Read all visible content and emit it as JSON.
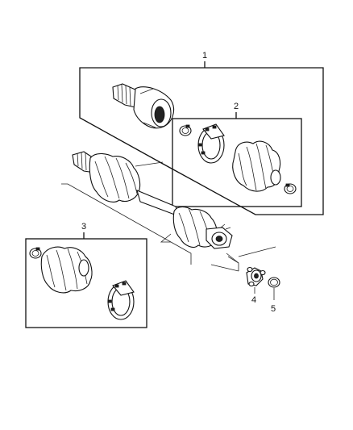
{
  "diagram": {
    "callouts": [
      {
        "id": "callout-1",
        "label": "1"
      },
      {
        "id": "callout-2",
        "label": "2"
      },
      {
        "id": "callout-3",
        "label": "3"
      },
      {
        "id": "callout-4",
        "label": "4"
      },
      {
        "id": "callout-5",
        "label": "5"
      }
    ],
    "parts": [
      {
        "name": "axle-shaft-assembly",
        "callout": "1"
      },
      {
        "name": "outer-boot-kit",
        "callout": "2"
      },
      {
        "name": "inner-boot-kit",
        "callout": "3"
      },
      {
        "name": "tripod-joint",
        "callout": "4"
      },
      {
        "name": "snap-ring",
        "callout": "5"
      }
    ],
    "colors": {
      "line": "#111111",
      "background": "#ffffff"
    }
  }
}
